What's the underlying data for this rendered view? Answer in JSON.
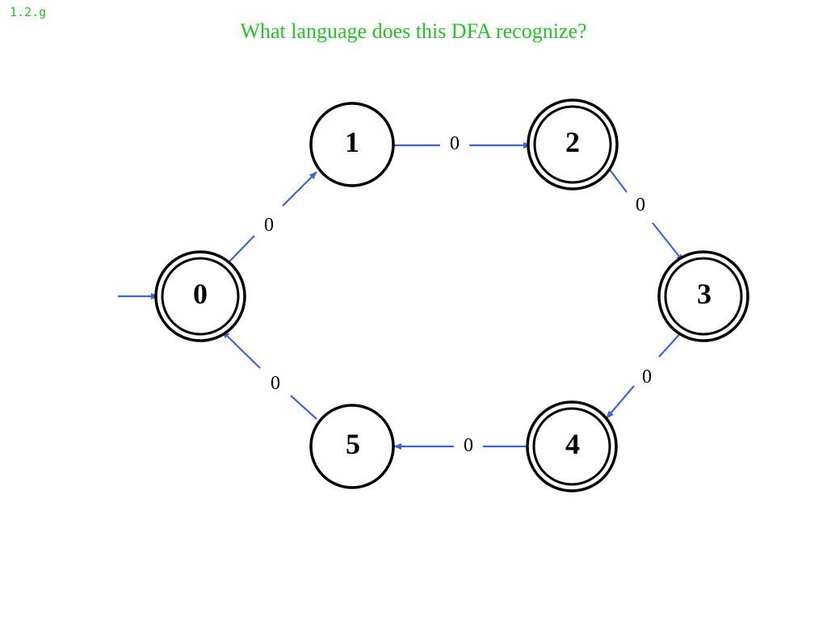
{
  "slide": {
    "id": "1.2.g",
    "question": "What language does this DFA recognize?"
  },
  "dfa": {
    "start_state": "0",
    "states": [
      {
        "id": "0",
        "label": "0",
        "accepting": true
      },
      {
        "id": "1",
        "label": "1",
        "accepting": false
      },
      {
        "id": "2",
        "label": "2",
        "accepting": true
      },
      {
        "id": "3",
        "label": "3",
        "accepting": true
      },
      {
        "id": "4",
        "label": "4",
        "accepting": true
      },
      {
        "id": "5",
        "label": "5",
        "accepting": false
      }
    ],
    "transitions": [
      {
        "from": "0",
        "to": "1",
        "label": "0"
      },
      {
        "from": "1",
        "to": "2",
        "label": "0"
      },
      {
        "from": "2",
        "to": "3",
        "label": "0"
      },
      {
        "from": "3",
        "to": "4",
        "label": "0"
      },
      {
        "from": "4",
        "to": "5",
        "label": "0"
      },
      {
        "from": "5",
        "to": "0",
        "label": "0"
      }
    ]
  },
  "colors": {
    "title": "#22c522",
    "edge": "#3b63e0",
    "state_stroke": "#000000"
  }
}
